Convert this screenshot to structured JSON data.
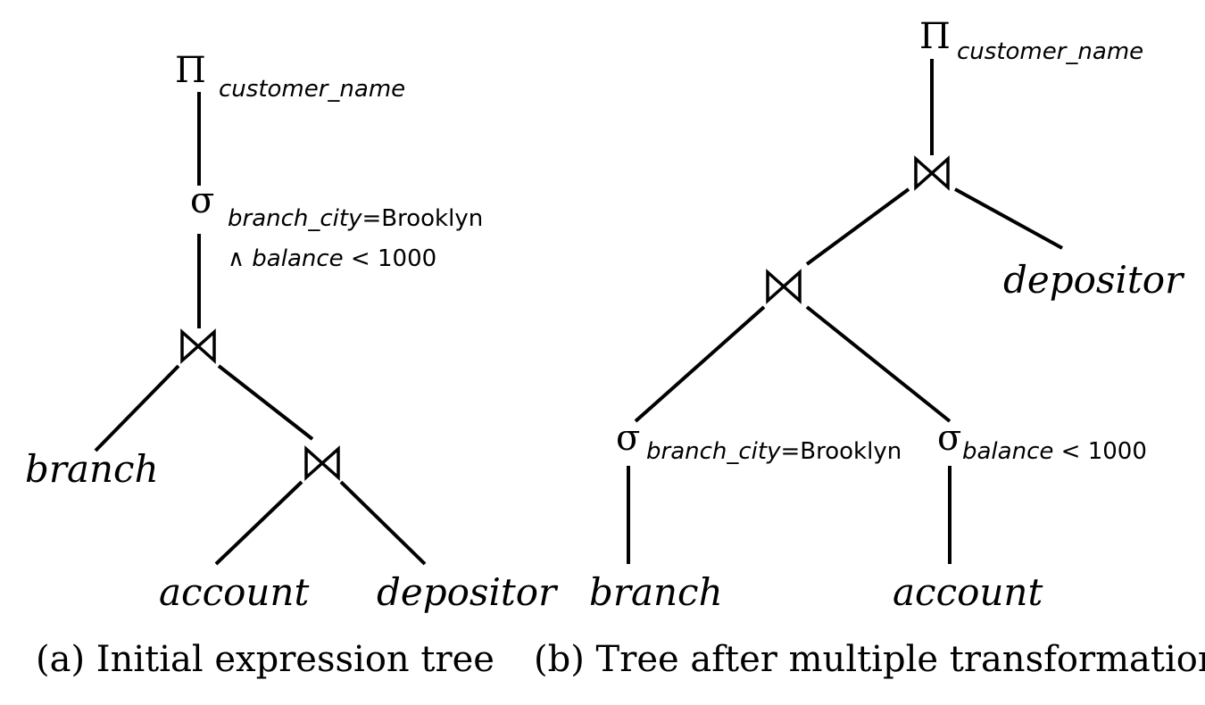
{
  "tree_a": {
    "projection": {
      "symbol": "Π",
      "attribute": "customer_name"
    },
    "selection": {
      "symbol": "σ",
      "cond1_attr": "branch_city",
      "cond1_rest": "=Brooklyn",
      "and_symbol": "∧",
      "cond2_attr": "balance",
      "cond2_rest": " < 1000"
    },
    "leaves": {
      "branch": "branch",
      "account": "account",
      "depositor": "depositor"
    },
    "caption": "(a) Initial expression tree"
  },
  "tree_b": {
    "projection": {
      "symbol": "Π",
      "attribute": "customer_name"
    },
    "leaves": {
      "depositor": "depositor",
      "branch": "branch",
      "account": "account"
    },
    "selection_left": {
      "symbol": "σ",
      "attr": "branch_city",
      "rest": "=Brooklyn"
    },
    "selection_right": {
      "symbol": "σ",
      "attr": "balance",
      "rest": " < 1000"
    },
    "caption": "(b) Tree after multiple transformations"
  }
}
